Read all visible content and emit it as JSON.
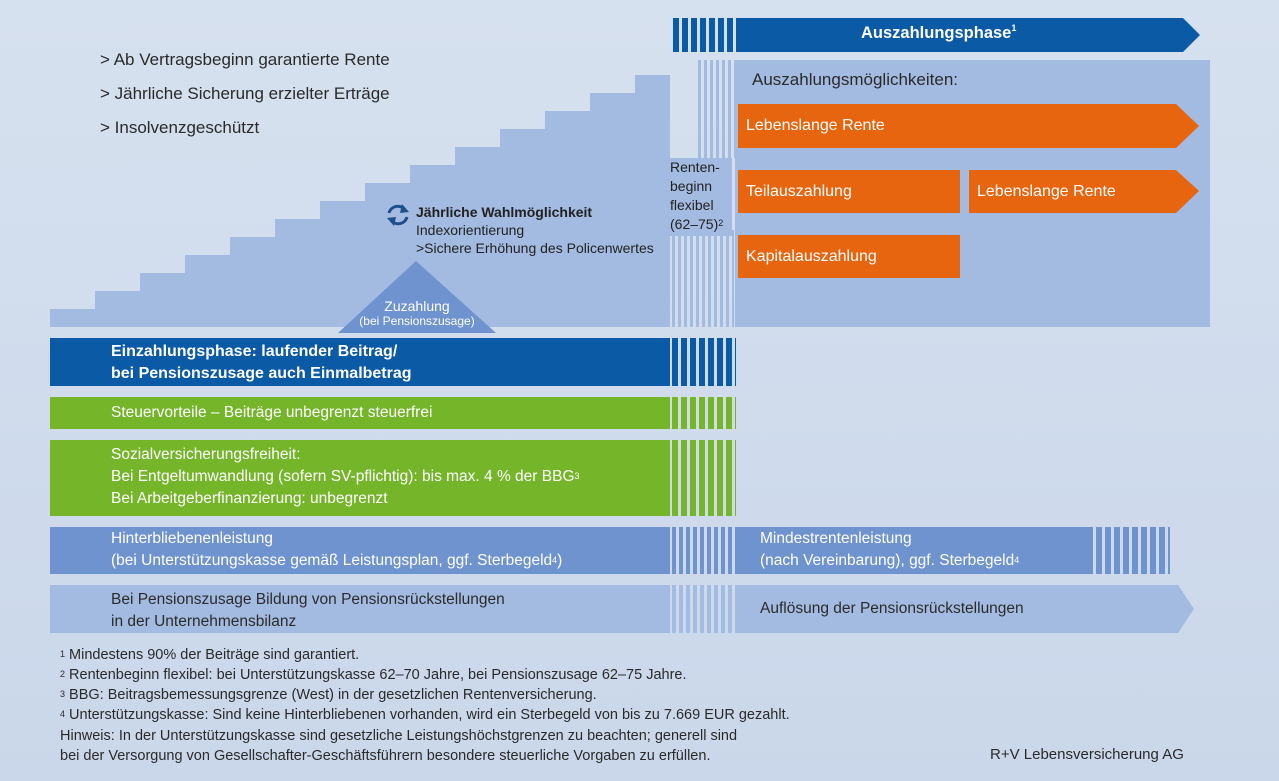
{
  "features": [
    "> Ab Vertragsbeginn garantierte Rente",
    "> Jährliche Sicherung erzielter Erträge",
    "> Insolvenzgeschützt"
  ],
  "payout_phase": {
    "label": "Auszahlungsphase",
    "sup": "1"
  },
  "payout_options": {
    "heading": "Auszahlungsmöglichkeiten:",
    "lifelong": "Lebenslange Rente",
    "partial": "Teilauszahlung",
    "partial_then": "Lebenslange Rente",
    "capital": "Kapitalauszahlung"
  },
  "retirement": {
    "line1": "Renten-",
    "line2": "beginn",
    "line3": "flexibel",
    "line4": "(62–75)",
    "sup": "2"
  },
  "choice": {
    "title": "Jährliche Wahlmöglichkeit",
    "line1": "Indexorientierung",
    "line2": ">Sichere Erhöhung des Policenwertes"
  },
  "top_up": {
    "title": "Zuzahlung",
    "sub": "(bei Pensionszusage)"
  },
  "pay_in": {
    "line1": "Einzahlungsphase: laufender Beitrag/",
    "line2": "bei Pensionszusage auch Einmalbetrag"
  },
  "tax": {
    "line1": "Steuervorteile – Beiträge unbegrenzt steuerfrei"
  },
  "social": {
    "line1": "Sozialversicherungsfreiheit:",
    "line2": "Bei Entgeltumwandlung (sofern SV-pflichtig): bis max. 4 % der BBG",
    "sup": "3",
    "line3": "Bei Arbeitgeberfinanzierung: unbegrenzt"
  },
  "survivor": {
    "line1": "Hinterbliebenenleistung",
    "line2": "(bei Unterstützungskasse gemäß Leistungsplan, ggf. Sterbegeld",
    "sup": "4",
    "close": ")"
  },
  "min_pension": {
    "line1": "Mindestrentenleistung",
    "line2": "(nach Vereinbarung), ggf. Sterbegeld",
    "sup": "4"
  },
  "provisions": {
    "line1": "Bei Pensionszusage Bildung von Pensionsrückstellungen",
    "line2": "in der Unternehmensbilanz",
    "release": "Auflösung der Pensionsrückstellungen"
  },
  "footnotes": [
    {
      "n": "1",
      "text": "Mindestens 90% der Beiträge sind garantiert."
    },
    {
      "n": "2",
      "text": "Rentenbeginn flexibel: bei Unterstützungskasse 62–70 Jahre, bei Pensionszusage 62–75 Jahre."
    },
    {
      "n": "3",
      "text": "BBG: Beitragsbemessungsgrenze (West) in der gesetzlichen Rentenversicherung."
    },
    {
      "n": "4",
      "text": "Unterstützungskasse: Sind keine Hinterbliebenen vorhanden, wird ein Sterbegeld von bis zu 7.669 EUR gezahlt."
    }
  ],
  "hint_line1": "Hinweis: In der Unterstützungskasse sind gesetzliche Leistungshöchstgrenzen zu beachten; generell sind",
  "hint_line2": "bei der Versorgung von Gesellschafter-Geschäftsführern besondere steuerliche Vorgaben zu erfüllen.",
  "company": "R+V Lebensversicherung AG",
  "colors": {
    "dark_blue": "#0b5aa6",
    "green": "#74b52a",
    "orange": "#e8650f",
    "mid_blue": "#6f93cf",
    "light_blue": "#a3bbe1"
  }
}
